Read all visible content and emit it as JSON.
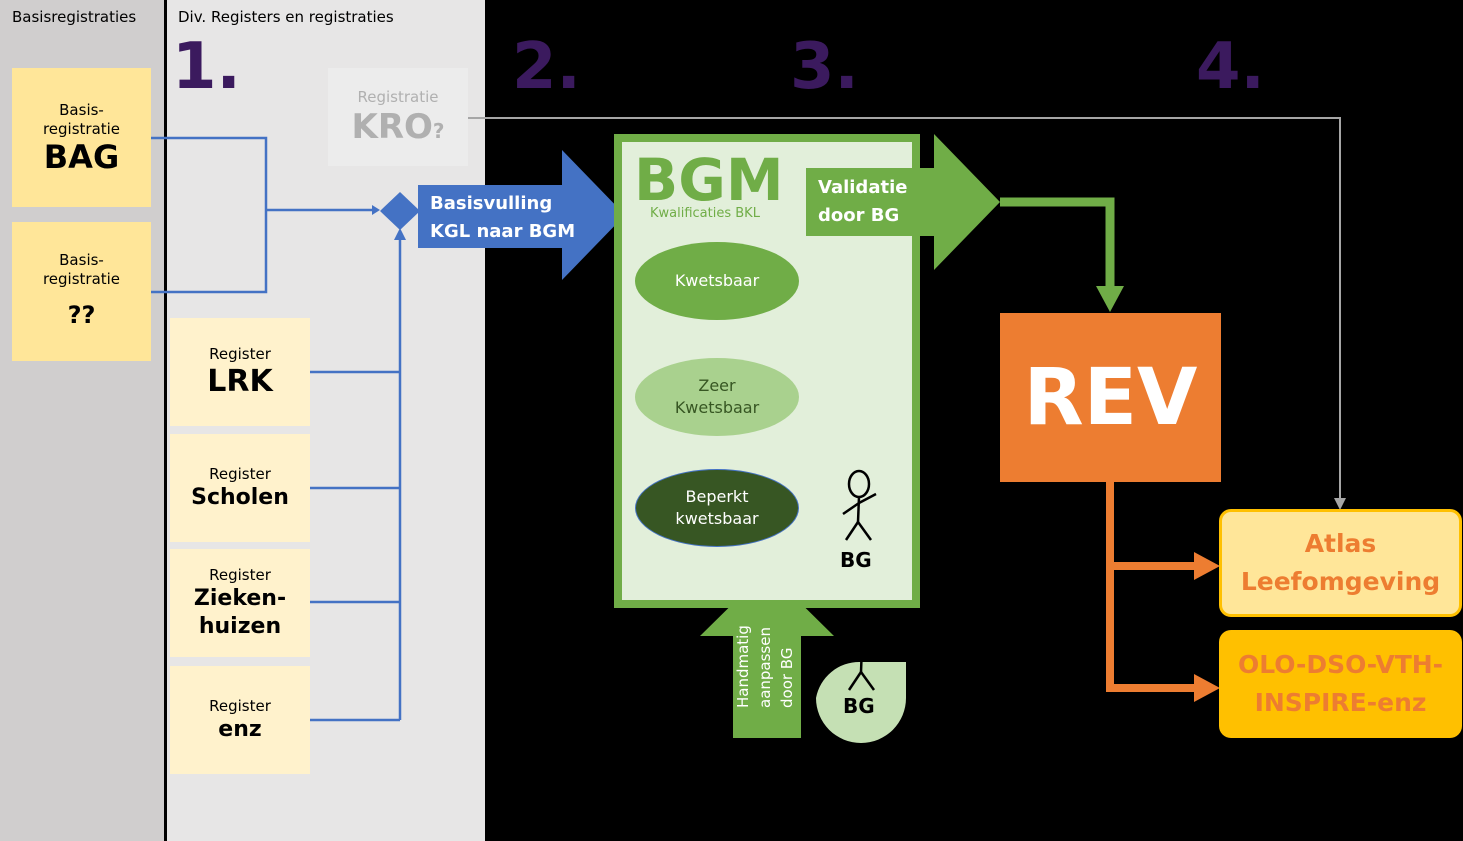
{
  "columns": {
    "basis_title": "Basisregistraties",
    "div_title": "Div. Registers en registraties"
  },
  "steps": [
    "1.",
    "2.",
    "3.",
    "4."
  ],
  "basis": {
    "bag": {
      "small": "Basis-\nregistratie",
      "big": "BAG"
    },
    "unknown": {
      "small": "Basis-\nregistratie",
      "big": "??"
    }
  },
  "registers": [
    {
      "small": "Register",
      "big": "LRK"
    },
    {
      "small": "Register",
      "big": "Scholen"
    },
    {
      "small": "Register",
      "big": "Zieken-\nhuizen"
    },
    {
      "small": "Register",
      "big": "enz"
    }
  ],
  "kro": {
    "small": "Registratie",
    "big": "KRO",
    "suffix": "?"
  },
  "basisvulling": {
    "line1": "Basisvulling",
    "line2": "KGL naar BGM"
  },
  "bgm": {
    "title": "BGM",
    "subtitle": "Kwalificaties BKL",
    "levels": [
      {
        "text": "Kwetsbaar",
        "fill": "#70ad47",
        "color": "#ffffff"
      },
      {
        "text": "Zeer\nKwetsbaar",
        "fill": "#a9d18e",
        "color": "#375623"
      },
      {
        "text": "Beperkt\nkwetsbaar",
        "fill": "#375623",
        "color": "#ffffff"
      }
    ]
  },
  "validatie": {
    "line1": "Validatie",
    "line2": "door BG"
  },
  "handmatig": {
    "line1": "Handmatig",
    "line2": "aanpassen",
    "line3": "door BG"
  },
  "bg_label": "BG",
  "rev": "REV",
  "outputs": {
    "atlas": {
      "line1": "Atlas",
      "line2": "Leefomgeving"
    },
    "olo": {
      "line1": "OLO-DSO-VTH-",
      "line2": "INSPIRE-enz"
    }
  },
  "colors": {
    "purple": "#3b1a5e",
    "blue": "#4472c4",
    "green": "#70ad47",
    "orange": "#ed7d31",
    "yellow": "#ffe699"
  }
}
